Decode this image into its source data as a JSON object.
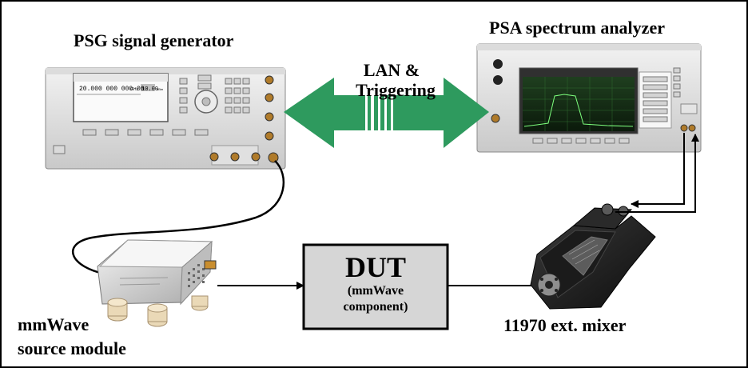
{
  "labels": {
    "psg": "PSG signal generator",
    "psa": "PSA spectrum analyzer",
    "lan_line1": "LAN &",
    "lan_line2": "Triggering",
    "mixer": "11970 ext. mixer",
    "source_line1": "mmWave",
    "source_line2": "source module"
  },
  "dut": {
    "title": "DUT",
    "subtitle_line1": "(mmWave",
    "subtitle_line2": "component)"
  },
  "psg_display": {
    "frequency": "20.000 000 000 00",
    "unit": "GHz",
    "power": "10.00",
    "power_unit": "dBm"
  },
  "colors": {
    "arrow": "#2e9a5e",
    "dut_fill": "#d6d6d6",
    "border": "#000000"
  },
  "icons": [
    "psg-instrument-icon",
    "psa-instrument-icon",
    "source-module-icon",
    "mixer-icon"
  ]
}
